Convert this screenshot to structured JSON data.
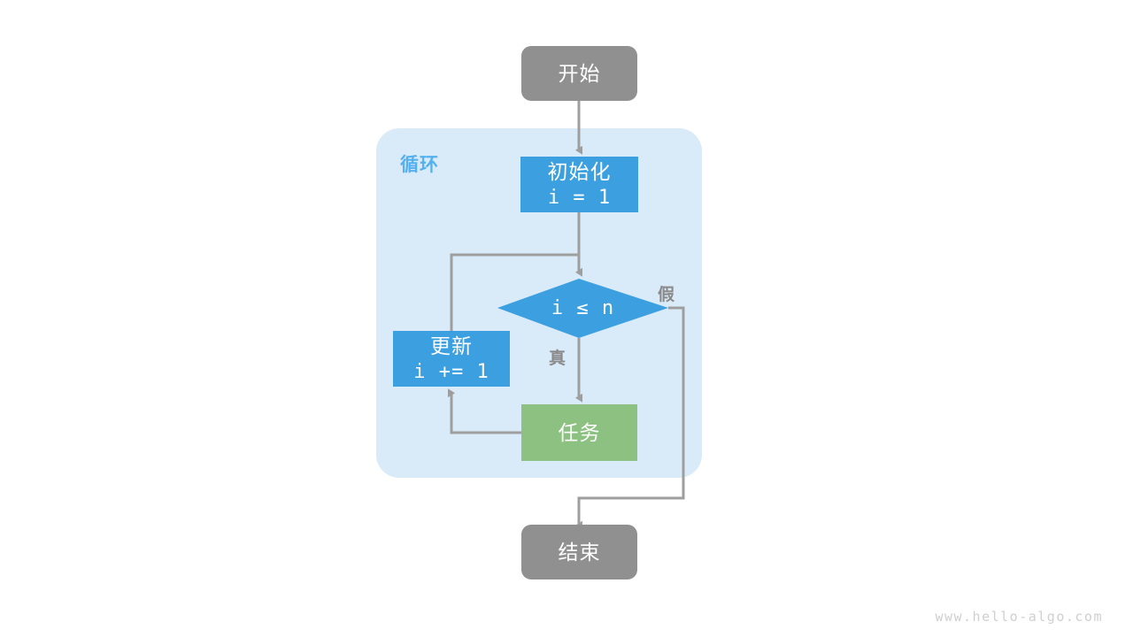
{
  "diagram": {
    "title": "for-loop-flowchart",
    "group": {
      "label": "循环",
      "background": "#d9eaf9",
      "label_color": "#55b0f0"
    },
    "colors": {
      "terminal": "#909090",
      "process_blue": "#3b9fe0",
      "task_green": "#8cc182",
      "edge": "#9e9e9e",
      "edge_label": "#8a8a8a",
      "node_text": "#ffffff",
      "watermark": "#cfcfcf",
      "canvas": "#ffffff"
    },
    "nodes": [
      {
        "id": "start",
        "shape": "rounded-rect",
        "label_line1": "开始",
        "label_line2": ""
      },
      {
        "id": "init",
        "shape": "rect",
        "label_line1": "初始化",
        "label_line2": "i = 1"
      },
      {
        "id": "cond",
        "shape": "diamond",
        "label_line1": "i ≤ n",
        "label_line2": ""
      },
      {
        "id": "update",
        "shape": "rect",
        "label_line1": "更新",
        "label_line2": "i += 1"
      },
      {
        "id": "task",
        "shape": "rect",
        "label_line1": "任务",
        "label_line2": ""
      },
      {
        "id": "end",
        "shape": "rounded-rect",
        "label_line1": "结束",
        "label_line2": ""
      }
    ],
    "edge_labels": [
      {
        "id": "true-label",
        "text": "真"
      },
      {
        "id": "false-label",
        "text": "假"
      }
    ],
    "watermark": "www.hello-algo.com"
  }
}
